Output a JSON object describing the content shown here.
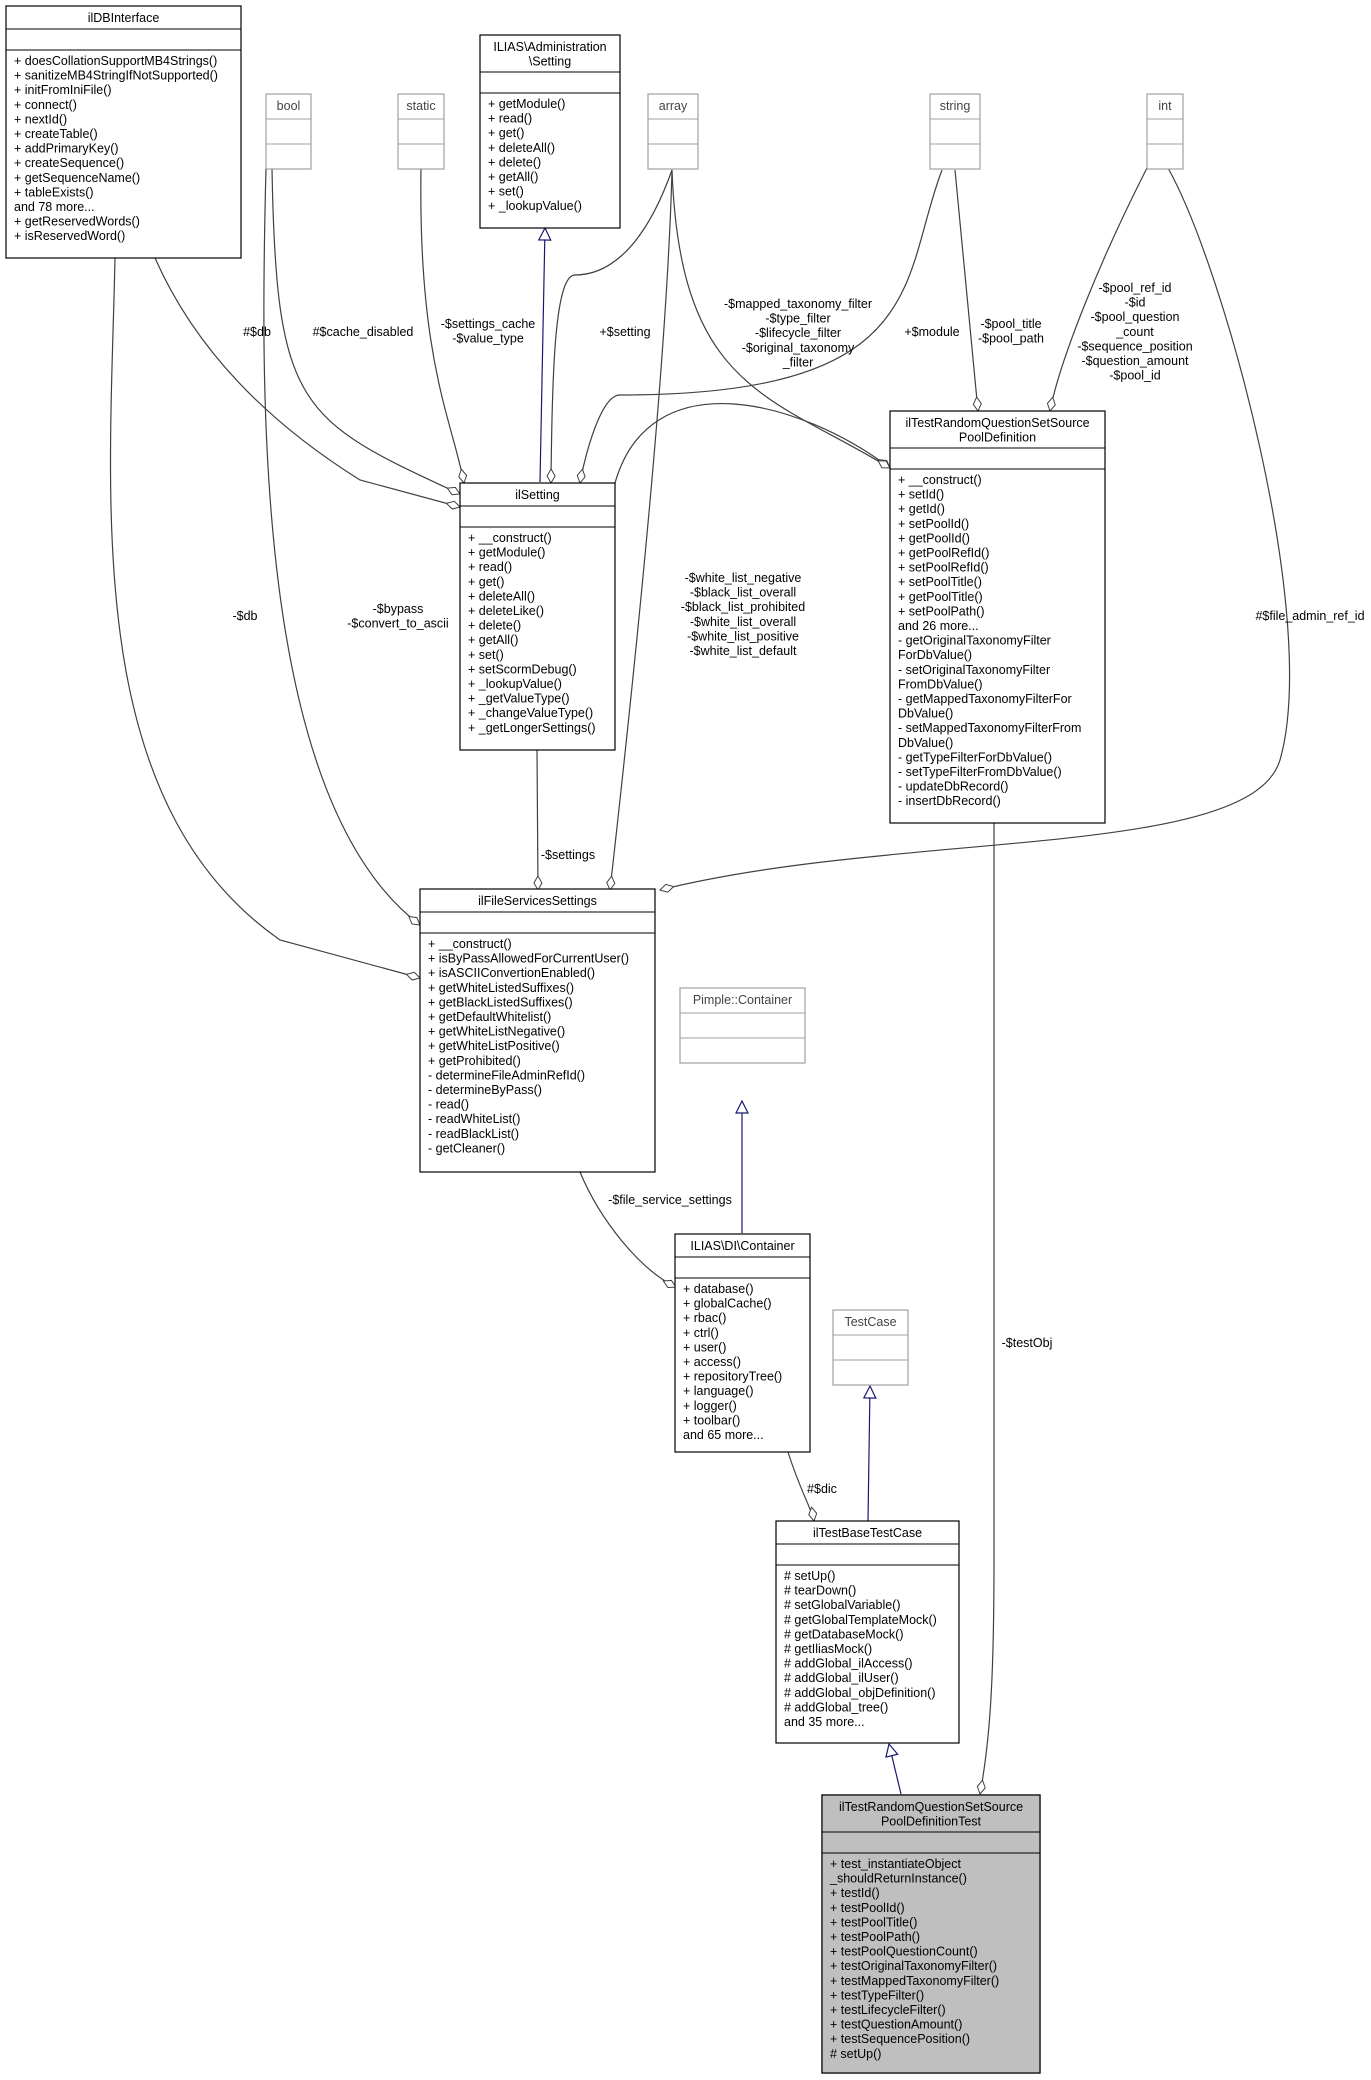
{
  "classes": {
    "ilDBInterface": {
      "title": [
        "ilDBInterface"
      ],
      "methods": [
        "+ doesCollationSupportMB4Strings()",
        "+ sanitizeMB4StringIfNotSupported()",
        "+ initFromIniFile()",
        "+ connect()",
        "+ nextId()",
        "+ createTable()",
        "+ addPrimaryKey()",
        "+ createSequence()",
        "+ getSequenceName()",
        "+ tableExists()",
        "and 78 more...",
        "+ getReservedWords()",
        "+ isReservedWord()"
      ]
    },
    "adminSetting": {
      "title": [
        "ILIAS\\Administration",
        "\\Setting"
      ],
      "methods": [
        "+ getModule()",
        "+ read()",
        "+ get()",
        "+ deleteAll()",
        "+ delete()",
        "+ getAll()",
        "+ set()",
        "+ _lookupValue()"
      ]
    },
    "bool": {
      "title": [
        "bool"
      ]
    },
    "static": {
      "title": [
        "static"
      ]
    },
    "array": {
      "title": [
        "array"
      ]
    },
    "string": {
      "title": [
        "string"
      ]
    },
    "int": {
      "title": [
        "int"
      ]
    },
    "ilSetting": {
      "title": [
        "ilSetting"
      ],
      "methods": [
        "+ __construct()",
        "+ getModule()",
        "+ read()",
        "+ get()",
        "+ deleteAll()",
        "+ deleteLike()",
        "+ delete()",
        "+ getAll()",
        "+ set()",
        "+ setScormDebug()",
        "+ _lookupValue()",
        "+ _getValueType()",
        "+ _changeValueType()",
        "+ _getLongerSettings()"
      ]
    },
    "poolDefinition": {
      "title": [
        "ilTestRandomQuestionSetSource",
        "PoolDefinition"
      ],
      "methods": [
        "+ __construct()",
        "+ setId()",
        "+ getId()",
        "+ setPoolId()",
        "+ getPoolId()",
        "+ getPoolRefId()",
        "+ setPoolRefId()",
        "+ setPoolTitle()",
        "+ getPoolTitle()",
        "+ setPoolPath()",
        "and 26 more...",
        "- getOriginalTaxonomyFilter",
        "  ForDbValue()",
        "- setOriginalTaxonomyFilter",
        "  FromDbValue()",
        "- getMappedTaxonomyFilterFor",
        "  DbValue()",
        "- setMappedTaxonomyFilterFrom",
        "  DbValue()",
        "- getTypeFilterForDbValue()",
        "- setTypeFilterFromDbValue()",
        "- updateDbRecord()",
        "- insertDbRecord()"
      ]
    },
    "fileServices": {
      "title": [
        "ilFileServicesSettings"
      ],
      "methods": [
        "+ __construct()",
        "+ isByPassAllowedForCurrentUser()",
        "+ isASCIIConvertionEnabled()",
        "+ getWhiteListedSuffixes()",
        "+ getBlackListedSuffixes()",
        "+ getDefaultWhitelist()",
        "+ getWhiteListNegative()",
        "+ getWhiteListPositive()",
        "+ getProhibited()",
        "- determineFileAdminRefId()",
        "- determineByPass()",
        "- read()",
        "- readWhiteList()",
        "- readBlackList()",
        "- getCleaner()"
      ]
    },
    "pimple": {
      "title": [
        "Pimple::Container"
      ]
    },
    "diContainer": {
      "title": [
        "ILIAS\\DI\\Container"
      ],
      "methods": [
        "+ database()",
        "+ globalCache()",
        "+ rbac()",
        "+ ctrl()",
        "+ user()",
        "+ access()",
        "+ repositoryTree()",
        "+ language()",
        "+ logger()",
        "+ toolbar()",
        "and 65 more..."
      ]
    },
    "testCase": {
      "title": [
        "TestCase"
      ]
    },
    "baseTestCase": {
      "title": [
        "ilTestBaseTestCase"
      ],
      "methods": [
        "# setUp()",
        "# tearDown()",
        "# setGlobalVariable()",
        "# getGlobalTemplateMock()",
        "# getDatabaseMock()",
        "# getIliasMock()",
        "# addGlobal_ilAccess()",
        "# addGlobal_ilUser()",
        "# addGlobal_objDefinition()",
        "# addGlobal_tree()",
        "and 35 more..."
      ]
    },
    "poolDefinitionTest": {
      "title": [
        "ilTestRandomQuestionSetSource",
        "PoolDefinitionTest"
      ],
      "methods": [
        "+ test_instantiateObject",
        "  _shouldReturnInstance()",
        "+ testId()",
        "+ testPoolId()",
        "+ testPoolTitle()",
        "+ testPoolPath()",
        "+ testPoolQuestionCount()",
        "+ testOriginalTaxonomyFilter()",
        "+ testMappedTaxonomyFilter()",
        "+ testTypeFilter()",
        "+ testLifecycleFilter()",
        "+ testQuestionAmount()",
        "+ testSequencePosition()",
        "# setUp()"
      ]
    }
  },
  "edge_labels": {
    "db_setting": [
      "#$db"
    ],
    "cache_disabled": [
      "#$cache_disabled"
    ],
    "settings_cache": [
      "-$settings_cache",
      "-$value_type"
    ],
    "setting": [
      "+$setting"
    ],
    "taxonomy_filter": [
      "-$mapped_taxonomy_filter",
      "-$type_filter",
      "-$lifecycle_filter",
      "-$original_taxonomy",
      "_filter"
    ],
    "module": [
      "+$module"
    ],
    "pool_title": [
      "-$pool_title",
      "-$pool_path"
    ],
    "pool_ints": [
      "-$pool_ref_id",
      "-$id",
      "-$pool_question",
      "_count",
      "-$sequence_position",
      "-$question_amount",
      "-$pool_id"
    ],
    "db_file": [
      "-$db"
    ],
    "bypass": [
      "-$bypass",
      "-$convert_to_ascii"
    ],
    "white_lists": [
      "-$white_list_negative",
      "-$black_list_overall",
      "-$black_list_prohibited",
      "-$white_list_overall",
      "-$white_list_positive",
      "-$white_list_default"
    ],
    "file_admin": [
      "#$file_admin_ref_id"
    ],
    "settings": [
      "-$settings"
    ],
    "test_obj": [
      "-$testObj"
    ],
    "file_service_settings": [
      "-$file_service_settings"
    ],
    "dic": [
      "#$dic"
    ]
  },
  "colors": {
    "inheritance": "#191970",
    "association": "#404040",
    "box_border": "#000000",
    "type_box_border": "#a0a0a0",
    "highlight_fill": "#bfbfbf"
  }
}
